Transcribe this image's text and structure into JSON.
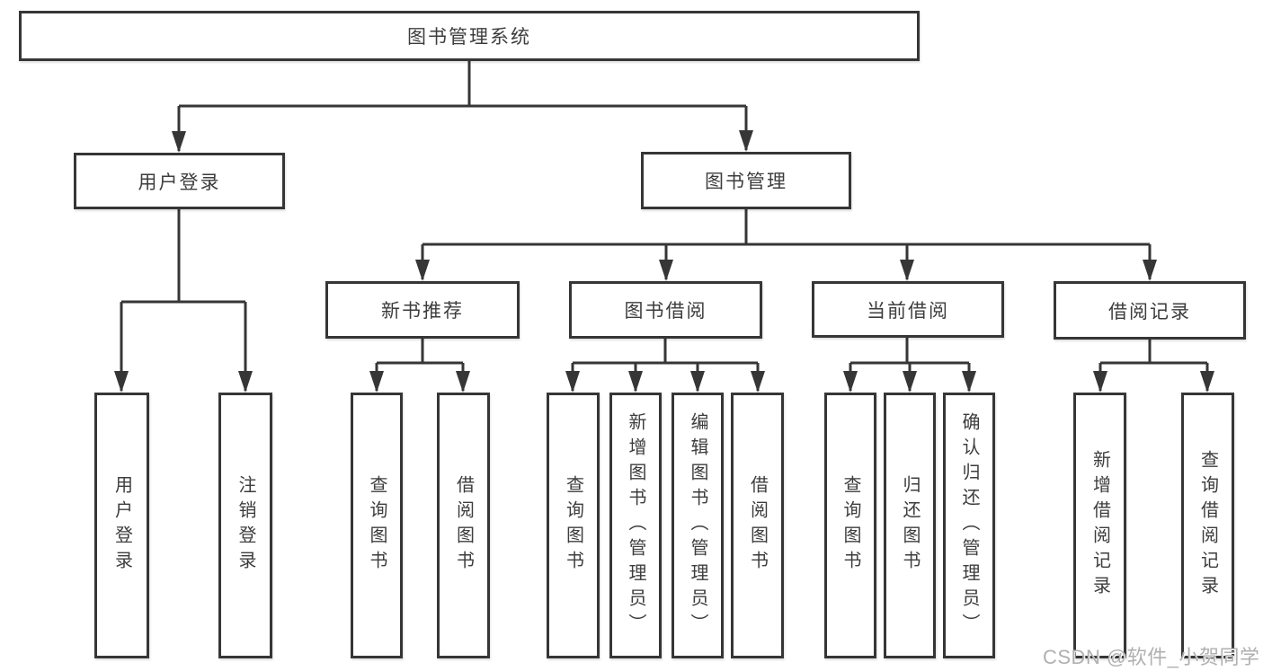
{
  "diagram": {
    "title": "图书管理系统",
    "level2": {
      "user_login": "用户登录",
      "book_mgmt": "图书管理"
    },
    "level3": {
      "new_book": "新书推荐",
      "book_borrow": "图书借阅",
      "current_borrow": "当前借阅",
      "borrow_record": "借阅记录"
    },
    "leaves": {
      "user_login": "用户登录",
      "logout": "注销登录",
      "nb_query": "查询图书",
      "nb_borrow": "借阅图书",
      "bb_query": "查询图书",
      "bb_add": "新增图书（管理员）",
      "bb_edit": "编辑图书（管理员）",
      "bb_borrow": "借阅图书",
      "cb_query": "查询图书",
      "cb_return": "归还图书",
      "cb_confirm": "确认归还（管理员）",
      "br_add": "新增借阅记录",
      "br_query": "查询借阅记录"
    }
  },
  "watermark": "CSDN @软件_小贺同学",
  "colors": {
    "line": "#363636",
    "text": "#3d3d3d",
    "watermark": "#b0b0b0",
    "background": "#ffffff"
  }
}
